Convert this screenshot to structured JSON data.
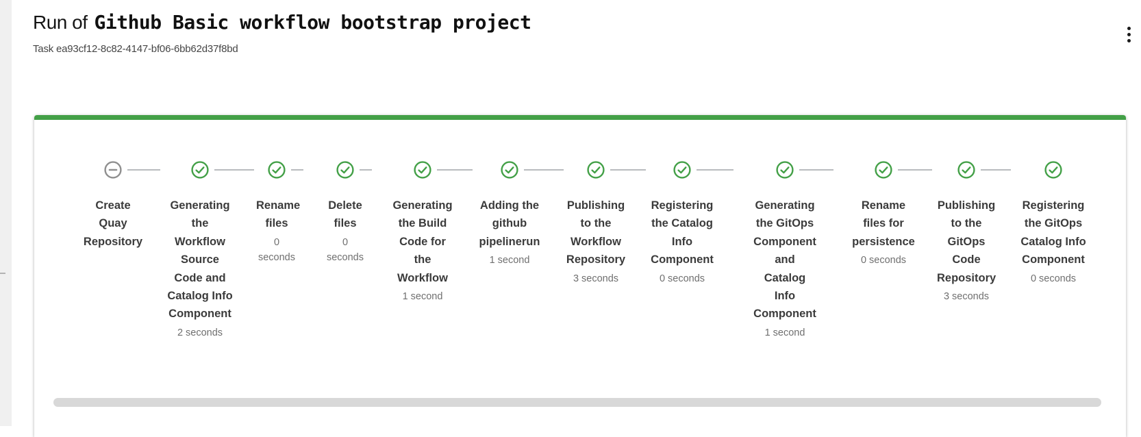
{
  "header": {
    "title_prefix": "Run of",
    "title_project": "Github Basic workflow bootstrap project",
    "subtitle": "Task ea93cf12-8c82-4147-bf06-6bb62d37f8bd",
    "menu_icon": "kebab-menu-icon"
  },
  "colors": {
    "success_green": "#43A047",
    "skipped_gray": "#8f8f8f",
    "connector_gray": "#b8bbbe",
    "label_text": "#3b3b3b",
    "duration_text": "#6f6f6f",
    "scrollbar_gray": "#d8d8d8"
  },
  "stepper": {
    "steps": [
      {
        "label": "Create Quay Repository",
        "duration": "",
        "status": "skipped",
        "icon": "minus-circle-icon"
      },
      {
        "label": "Generating the Workflow Source Code and Catalog Info Component",
        "duration": "2 seconds",
        "status": "completed",
        "icon": "check-circle-icon"
      },
      {
        "label": "Rename files",
        "duration": "0 seconds",
        "status": "completed",
        "icon": "check-circle-icon"
      },
      {
        "label": "Delete files",
        "duration": "0 seconds",
        "status": "completed",
        "icon": "check-circle-icon"
      },
      {
        "label": "Generating the Build Code for the Workflow",
        "duration": "1 second",
        "status": "completed",
        "icon": "check-circle-icon"
      },
      {
        "label": "Adding the github pipelinerun",
        "duration": "1 second",
        "status": "completed",
        "icon": "check-circle-icon"
      },
      {
        "label": "Publishing to the Workflow Repository",
        "duration": "3 seconds",
        "status": "completed",
        "icon": "check-circle-icon"
      },
      {
        "label": "Registering the Catalog Info Component",
        "duration": "0 seconds",
        "status": "completed",
        "icon": "check-circle-icon"
      },
      {
        "label": "Generating the GitOps Component and Catalog Info Component",
        "duration": "1 second",
        "status": "completed",
        "icon": "check-circle-icon"
      },
      {
        "label": "Rename files for persistence",
        "duration": "0 seconds",
        "status": "completed",
        "icon": "check-circle-icon"
      },
      {
        "label": "Publishing to the GitOps Code Repository",
        "duration": "3 seconds",
        "status": "completed",
        "icon": "check-circle-icon"
      },
      {
        "label": "Registering the GitOps Catalog Info Component",
        "duration": "0 seconds",
        "status": "completed",
        "icon": "check-circle-icon"
      }
    ]
  }
}
